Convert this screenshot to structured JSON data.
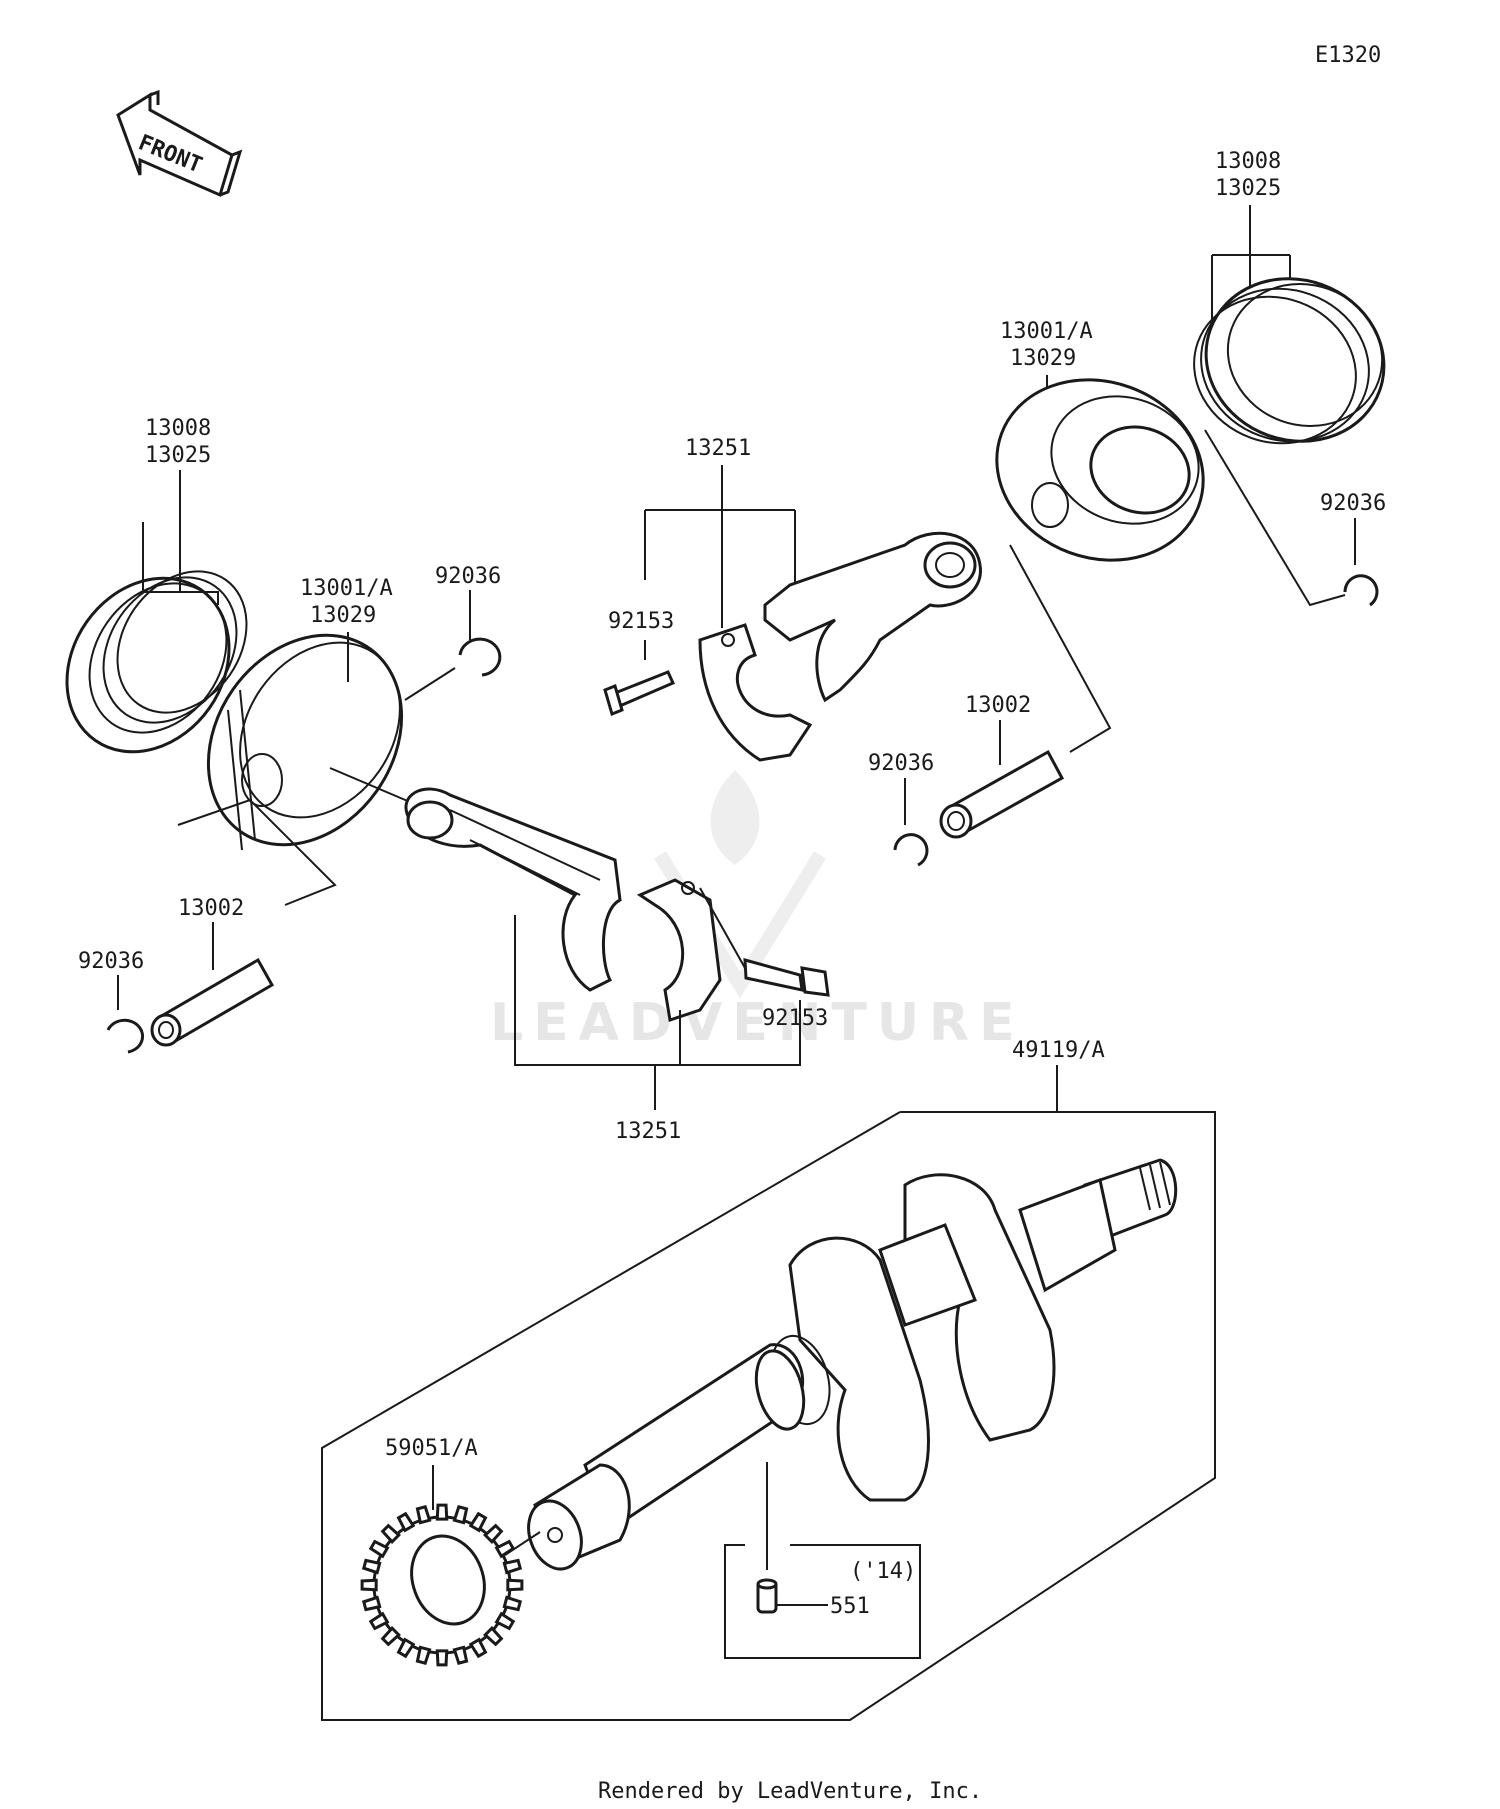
{
  "diagram_code": "E1320",
  "front_arrow_label": "FRONT",
  "footer": "Rendered by LeadVenture, Inc.",
  "watermark": "LEADVENTURE",
  "labels": {
    "rings_left": [
      "13008",
      "13025"
    ],
    "piston_left": [
      "13001/A",
      "13029"
    ],
    "clip_left_top": "92036",
    "pin_left": "13002",
    "clip_left_bottom": "92036",
    "rod_top": "13251",
    "bolt_top": "92153",
    "piston_right": [
      "13001/A",
      "13029"
    ],
    "rings_right": [
      "13008",
      "13025"
    ],
    "clip_right_top": "92036",
    "pin_right": "13002",
    "clip_right_mid": "92036",
    "bolt_bottom": "92153",
    "rod_bottom": "13251",
    "crankshaft": "49119/A",
    "gear": "59051/A",
    "dowel_year": "('14)",
    "dowel": "551"
  }
}
